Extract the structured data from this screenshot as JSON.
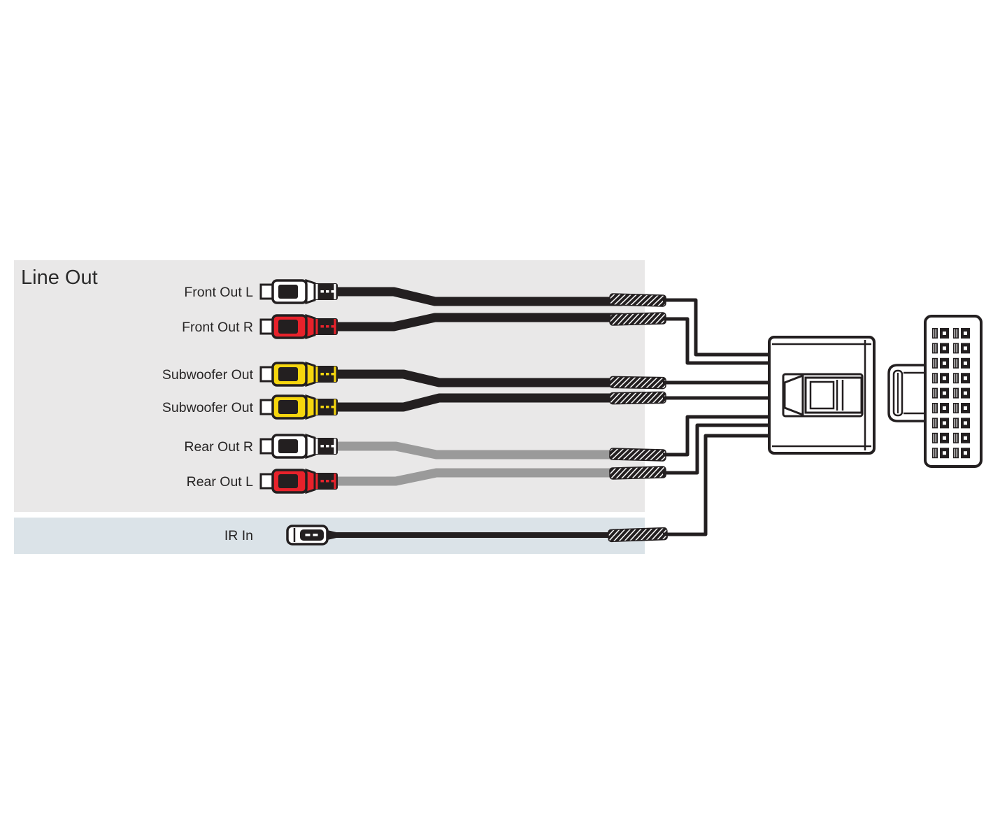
{
  "diagram": {
    "section_line_out": {
      "title": "Line Out",
      "rows": [
        {
          "label": "Front Out L",
          "connector": "rca-plug",
          "connector_color": "white",
          "cable_color": "black"
        },
        {
          "label": "Front Out R",
          "connector": "rca-plug",
          "connector_color": "red",
          "cable_color": "black"
        },
        {
          "label": "Subwoofer Out",
          "connector": "rca-plug",
          "connector_color": "yellow",
          "cable_color": "black"
        },
        {
          "label": "Subwoofer Out",
          "connector": "rca-plug",
          "connector_color": "yellow",
          "cable_color": "black"
        },
        {
          "label": "Rear Out R",
          "connector": "rca-plug",
          "connector_color": "white",
          "cable_color": "gray"
        },
        {
          "label": "Rear Out L",
          "connector": "rca-plug",
          "connector_color": "red",
          "cable_color": "gray"
        }
      ]
    },
    "section_ir": {
      "rows": [
        {
          "label": "IR In",
          "connector": "ir-jack",
          "cable_color": "black"
        }
      ]
    },
    "pin_connector": {
      "rows": 9,
      "columns": 4
    },
    "colors": {
      "rca_white": "#ffffff",
      "rca_red": "#e8222b",
      "rca_yellow": "#f6d60e",
      "cable_black": "#231f20",
      "cable_gray": "#9a9a9a",
      "panel_gray": "#e9e8e8",
      "panel_blue": "#dbe3e8",
      "line": "#231f20"
    }
  }
}
